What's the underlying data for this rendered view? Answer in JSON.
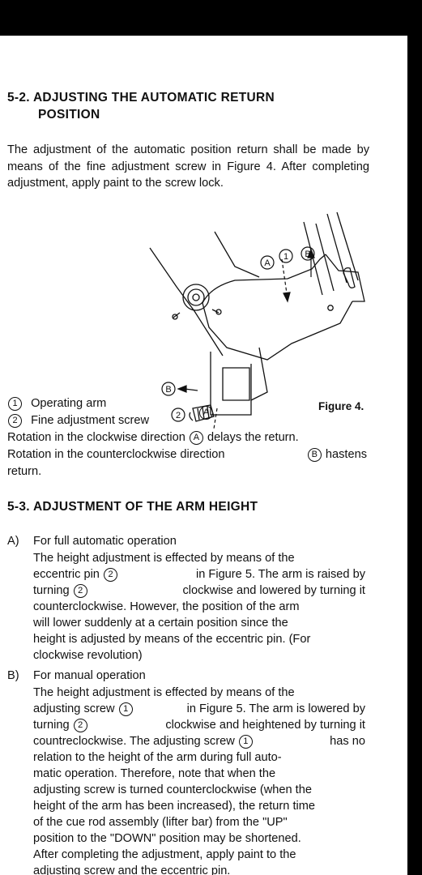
{
  "section_52": {
    "heading_line1": "5-2. ADJUSTING THE AUTOMATIC RETURN",
    "heading_line2": "POSITION",
    "paragraph": "The adjustment of the automatic position return shall be made by means of the fine adjustment screw in Figure 4. After completing adjustment, apply paint to the screw lock."
  },
  "figure4": {
    "label": "Figure 4.",
    "callouts": {
      "A": "A",
      "one": "1",
      "B": "B",
      "two": "2"
    },
    "legend": [
      {
        "num": "1",
        "text": "Operating arm"
      },
      {
        "num": "2",
        "text": "Fine adjustment screw"
      }
    ],
    "rotation_a": {
      "pre": "Rotation in the clockwise direction",
      "sym": "A",
      "post": "delays the return."
    },
    "rotation_b": {
      "pre": "Rotation in the counterclockwise direction",
      "sym": "B",
      "post": "hastens"
    },
    "rotation_b_end": "return."
  },
  "section_53": {
    "heading": "5-3. ADJUSTMENT OF THE ARM HEIGHT",
    "a": {
      "marker": "A)",
      "title": "For full automatic operation",
      "l1": "The height adjustment is effected by means of the",
      "l2a": "eccentric pin",
      "l2n": "2",
      "l2b": "in Figure 5. The arm is raised by",
      "l3a": "turning",
      "l3n": "2",
      "l3b": "clockwise and lowered by turning it",
      "l4": "counterclockwise. However, the position of the arm",
      "l5": "will lower suddenly at a certain position since the",
      "l6": "height is adjusted by means of the eccentric pin. (For",
      "l7": "clockwise revolution)"
    },
    "b": {
      "marker": "B)",
      "title": "For manual operation",
      "l1": "The height adjustment is effected by means of the",
      "l2a": "adjusting screw",
      "l2n": "1",
      "l2b": "in Figure 5. The arm is lowered by",
      "l3a": "turning",
      "l3n": "2",
      "l3b": "clockwise and heightened by turning it",
      "l4a": "countreclockwise. The adjusting screw",
      "l4n": "1",
      "l4b": "has no",
      "l5": "relation to the height of the arm during full auto-",
      "l6": "matic operation. Therefore, note that when the",
      "l7": "adjusting screw is turned counterclockwise (when the",
      "l8": "height of the arm has been increased), the return time",
      "l9": "of the cue rod assembly (lifter bar) from the \"UP\"",
      "l10": "position to the \"DOWN\" position may be shortened.",
      "l11": "After completing the adjustment, apply paint to the",
      "l12": "adjusting screw and the eccentric pin."
    }
  }
}
